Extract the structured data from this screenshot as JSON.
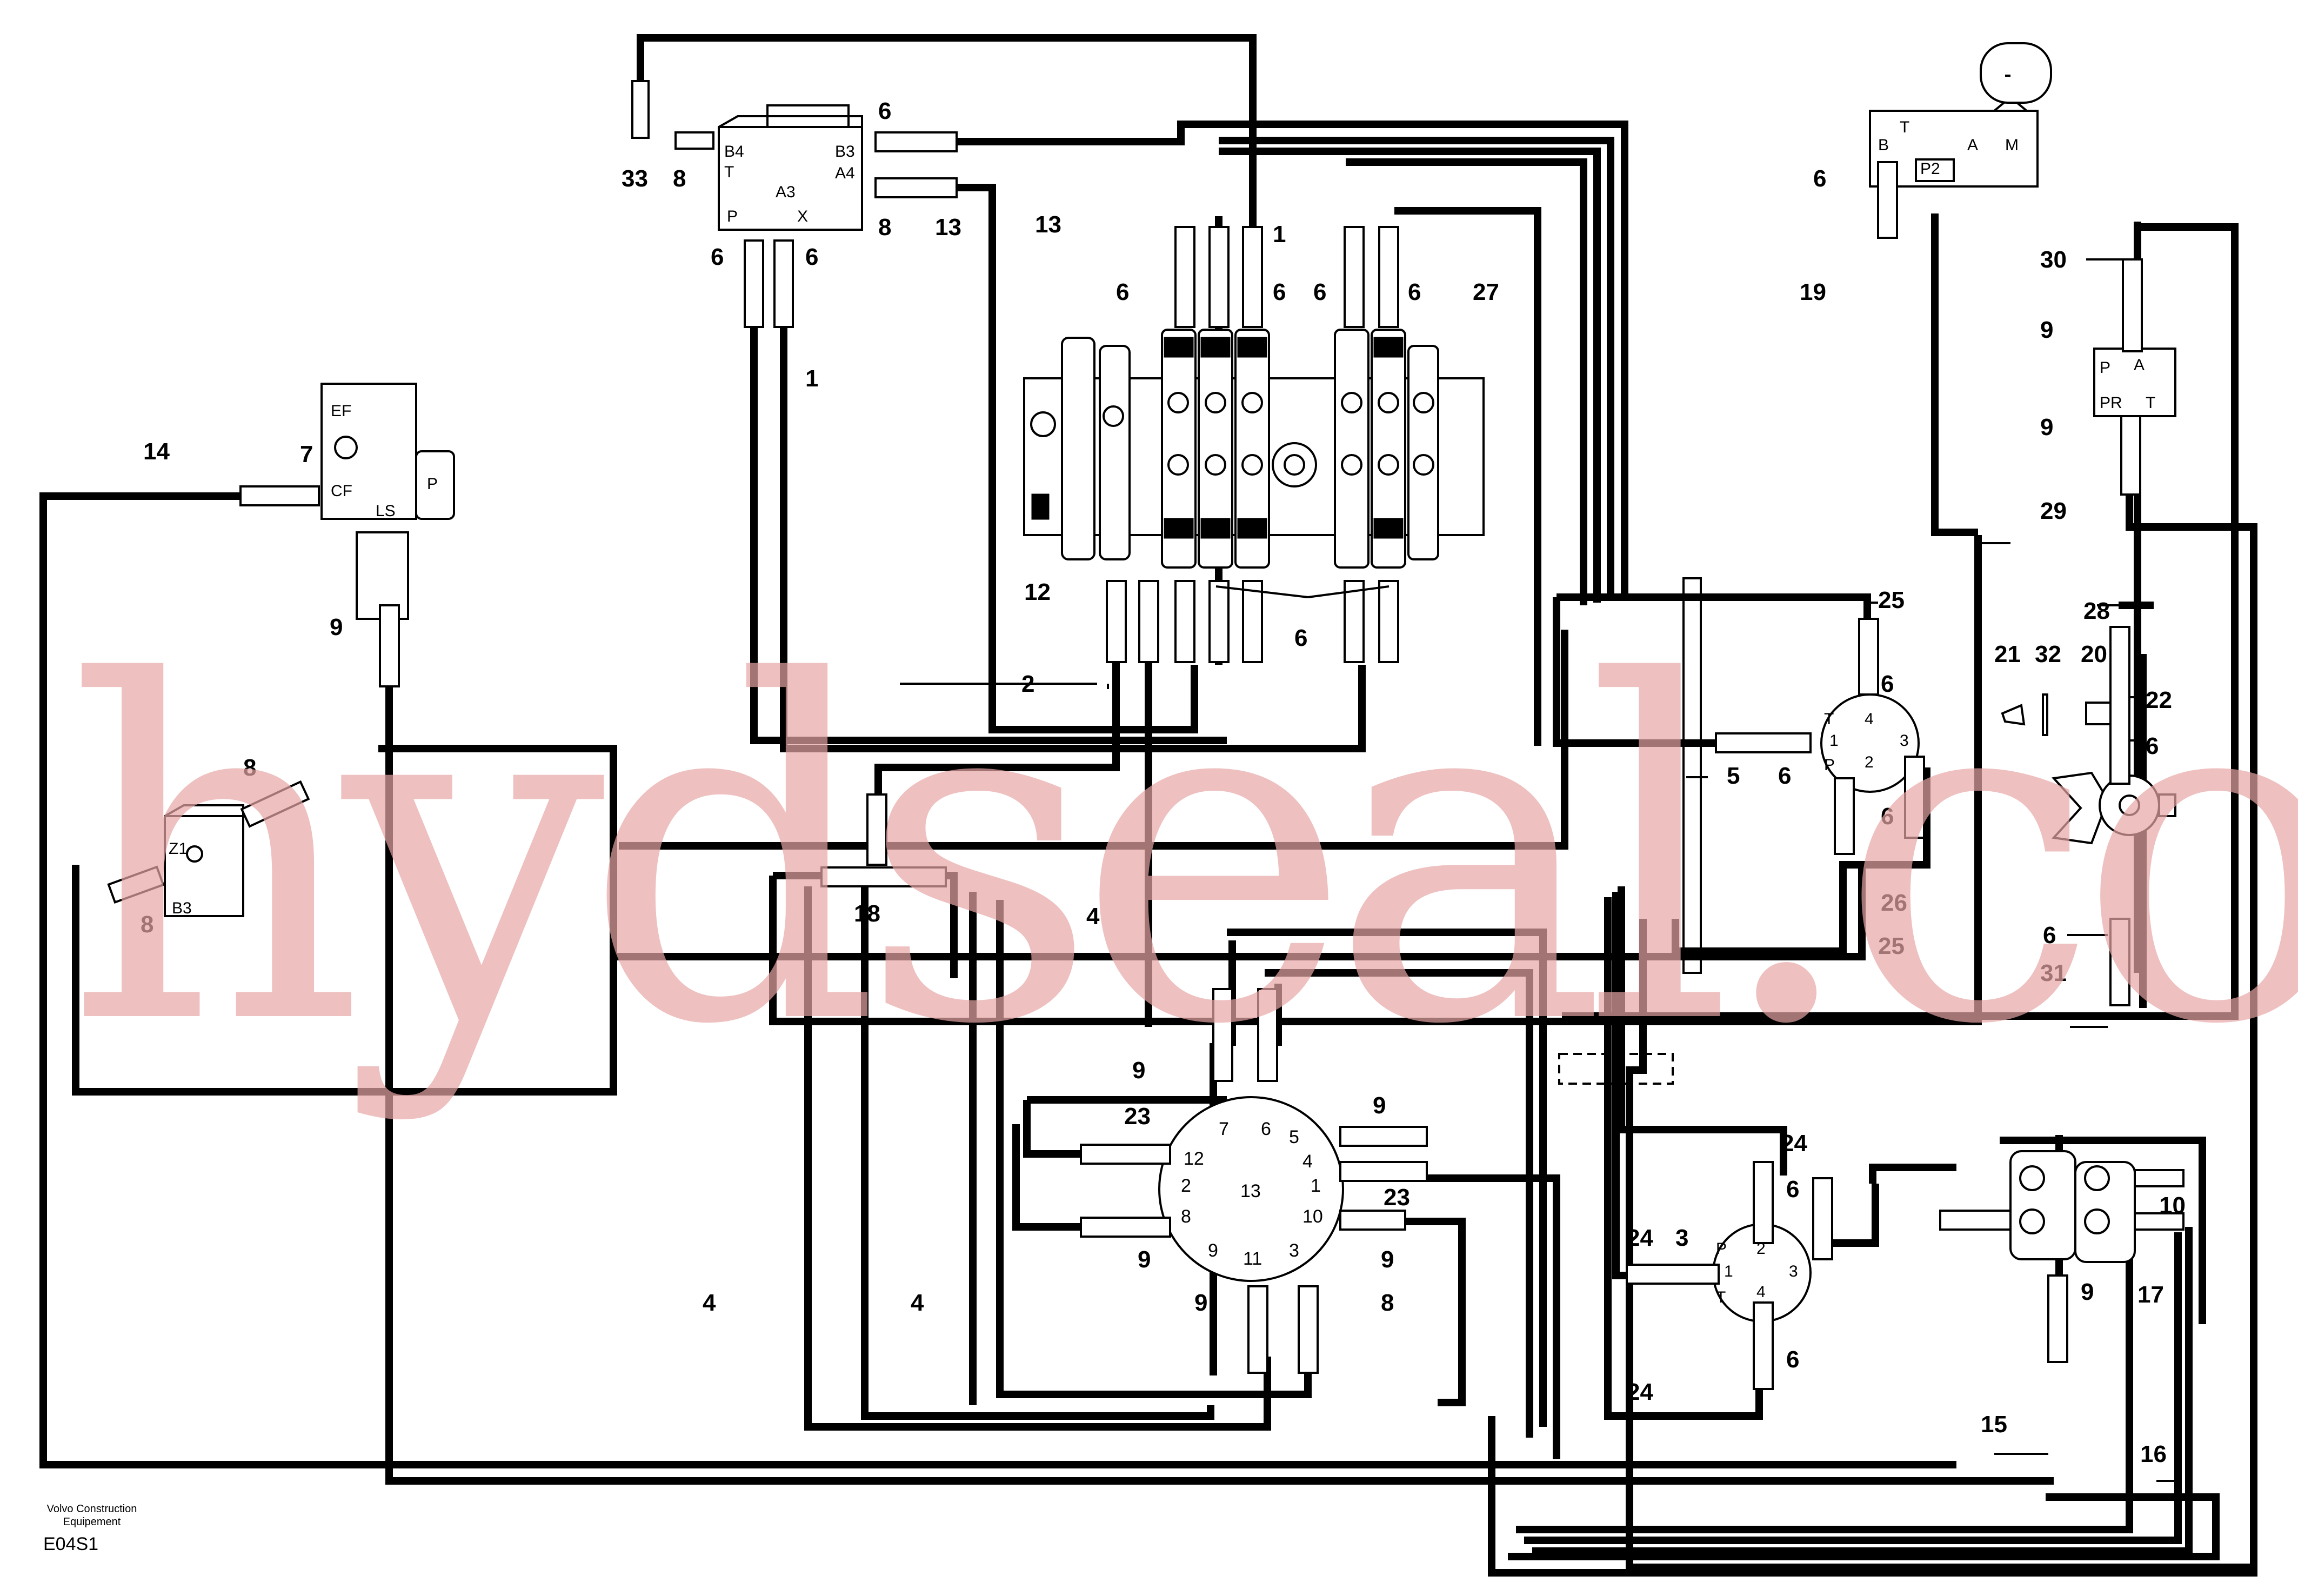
{
  "diagram": {
    "callouts": {
      "c33": "33",
      "c8a": "8",
      "c6a": "6",
      "c8b": "8",
      "c13a": "13",
      "c13b": "13",
      "c6b": "6",
      "c6c": "6",
      "c1a": "1",
      "c1b": "1",
      "c6d": "6",
      "c6e": "6",
      "c6f": "6",
      "c6g": "6",
      "c27": "27",
      "c14": "14",
      "c7": "7",
      "c9a": "9",
      "c12": "12",
      "c6h": "6",
      "c2": "2",
      "c8c": "8",
      "c8d": "8",
      "c18": "18",
      "c4a": "4",
      "c4b": "4",
      "c4c": "4",
      "c9b": "9",
      "c9c": "9",
      "c23a": "23",
      "c23b": "23",
      "c9d": "9",
      "c9e": "9",
      "c9f": "9",
      "c8e": "8",
      "c6i": "6",
      "c19": "19",
      "c30": "30",
      "c9g": "9",
      "c9h": "9",
      "c29": "29",
      "c25a": "25",
      "c6j": "6",
      "c6k": "6",
      "c5": "5",
      "c6l": "6",
      "c26": "26",
      "c25b": "25",
      "c28": "28",
      "c21": "21",
      "c32": "32",
      "c20": "20",
      "c22": "22",
      "c6m": "6",
      "c6n": "6",
      "c31": "31",
      "c24a": "24",
      "c24b": "24",
      "c24c": "24",
      "c3": "3",
      "c6o": "6",
      "c6p": "6",
      "c10": "10",
      "c9i": "9",
      "c17": "17",
      "c15": "15",
      "c16": "16"
    },
    "ports": {
      "ef": "EF",
      "cf": "CF",
      "ls": "LS",
      "p": "P",
      "b4": "B4",
      "t": "T",
      "b3": "B3",
      "a4": "A4",
      "a3": "A3",
      "pv": "P",
      "x": "X",
      "z1": "Z1",
      "b3s": "B3",
      "tvt": "T",
      "tvb": "B",
      "tva": "A",
      "tvm": "M",
      "tvp2": "P2",
      "jpp": "P",
      "jpa": "A",
      "jppr": "PR",
      "jpt": "T",
      "s1_1": "1",
      "s1_2": "2",
      "s1_3": "3",
      "s1_4": "4",
      "s1_t": "T",
      "s1_p": "P",
      "s2_1": "1",
      "s2_2": "2",
      "s2_3": "3",
      "s2_4": "4",
      "s2_t": "T",
      "s2_p": "P",
      "sw_1": "1",
      "sw_2": "2",
      "sw_3": "3",
      "sw_4": "4",
      "sw_5": "5",
      "sw_6": "6",
      "sw_7": "7",
      "sw_8": "8",
      "sw_9": "9",
      "sw_10": "10",
      "sw_11": "11",
      "sw_12": "12",
      "sw_13": "13"
    },
    "watermark": "hydseal.com"
  },
  "footer": {
    "maker_line1": "Volvo Construction",
    "maker_line2": "Equipement",
    "code": "E04S1"
  }
}
